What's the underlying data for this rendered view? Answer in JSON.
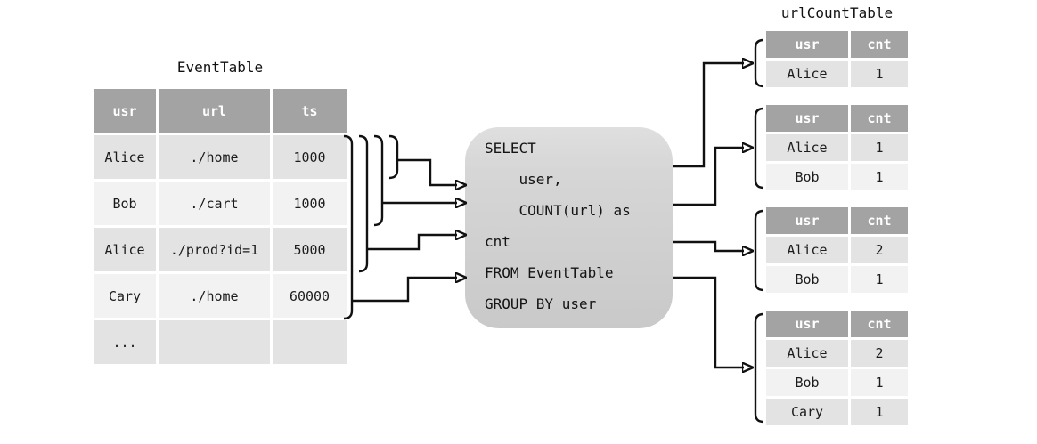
{
  "titles": {
    "event_table": "EventTable",
    "url_count_table": "urlCountTable"
  },
  "event_table": {
    "columns": [
      "usr",
      "url",
      "ts"
    ],
    "rows": [
      {
        "usr": "Alice",
        "url": "./home",
        "ts": "1000"
      },
      {
        "usr": "Bob",
        "url": "./cart",
        "ts": "1000"
      },
      {
        "usr": "Alice",
        "url": "./prod?id=1",
        "ts": "5000"
      },
      {
        "usr": "Cary",
        "url": "./home",
        "ts": "60000"
      },
      {
        "usr": "...",
        "url": "",
        "ts": ""
      }
    ]
  },
  "query_box": {
    "lines": [
      "SELECT",
      "    user,",
      "    COUNT(url) as",
      "cnt",
      "FROM EventTable",
      "GROUP BY user"
    ]
  },
  "result_tables": [
    {
      "columns": [
        "usr",
        "cnt"
      ],
      "rows": [
        [
          "Alice",
          "1"
        ]
      ]
    },
    {
      "columns": [
        "usr",
        "cnt"
      ],
      "rows": [
        [
          "Alice",
          "1"
        ],
        [
          "Bob",
          "1"
        ]
      ]
    },
    {
      "columns": [
        "usr",
        "cnt"
      ],
      "rows": [
        [
          "Alice",
          "2"
        ],
        [
          "Bob",
          "1"
        ]
      ]
    },
    {
      "columns": [
        "usr",
        "cnt"
      ],
      "rows": [
        [
          "Alice",
          "2"
        ],
        [
          "Bob",
          "1"
        ],
        [
          "Cary",
          "1"
        ]
      ]
    }
  ],
  "colors": {
    "header_bg": "#a3a3a3",
    "header_text": "#ffffff",
    "row_dark": "#e3e3e3",
    "row_light": "#f2f2f2",
    "box_top": "#dfdfdf",
    "box_bottom": "#c9c9c9",
    "line": "#111111",
    "text": "#1c1c1c"
  }
}
